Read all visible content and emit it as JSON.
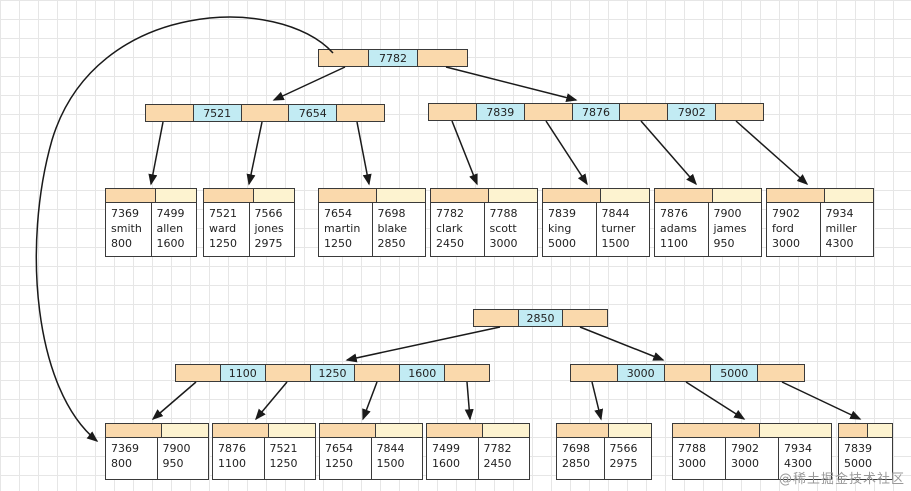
{
  "watermark": "@稀土掘金技术社区",
  "colors": {
    "pointer_fill": "#fad9ac",
    "key_fill": "#c2ebf3",
    "leaf_header_left": "#fad9ac",
    "leaf_header_right": "#fdf3d0",
    "cell_fill": "#ffffff",
    "border": "#3a3a3a",
    "arrow": "#1a1a1a",
    "grid_line": "#e6e6e6",
    "watermark_color": "#999999"
  },
  "top_tree": {
    "root": {
      "keys": [
        "7782"
      ]
    },
    "internals": [
      {
        "keys": [
          "7521",
          "7654"
        ]
      },
      {
        "keys": [
          "7839",
          "7876",
          "7902"
        ]
      }
    ],
    "leaves": [
      [
        [
          "7369",
          "smith",
          "800"
        ],
        [
          "7499",
          "allen",
          "1600"
        ]
      ],
      [
        [
          "7521",
          "ward",
          "1250"
        ],
        [
          "7566",
          "jones",
          "2975"
        ]
      ],
      [
        [
          "7654",
          "martin",
          "1250"
        ],
        [
          "7698",
          "blake",
          "2850"
        ]
      ],
      [
        [
          "7782",
          "clark",
          "2450"
        ],
        [
          "7788",
          "scott",
          "3000"
        ]
      ],
      [
        [
          "7839",
          "king",
          "5000"
        ],
        [
          "7844",
          "turner",
          "1500"
        ]
      ],
      [
        [
          "7876",
          "adams",
          "1100"
        ],
        [
          "7900",
          "james",
          "950"
        ]
      ],
      [
        [
          "7902",
          "ford",
          "3000"
        ],
        [
          "7934",
          "miller",
          "4300"
        ]
      ]
    ]
  },
  "bottom_tree": {
    "root": {
      "keys": [
        "2850"
      ]
    },
    "internals": [
      {
        "keys": [
          "1100",
          "1250",
          "1600"
        ]
      },
      {
        "keys": [
          "3000",
          "5000"
        ]
      }
    ],
    "leaves": [
      [
        [
          "7369",
          "800"
        ],
        [
          "7900",
          "950"
        ]
      ],
      [
        [
          "7876",
          "1100"
        ],
        [
          "7521",
          "1250"
        ]
      ],
      [
        [
          "7654",
          "1250"
        ],
        [
          "7844",
          "1500"
        ]
      ],
      [
        [
          "7499",
          "1600"
        ],
        [
          "7782",
          "2450"
        ]
      ],
      [
        [
          "7698",
          "2850"
        ],
        [
          "7566",
          "2975"
        ]
      ],
      [
        [
          "7788",
          "3000"
        ],
        [
          "7902",
          "3000"
        ],
        [
          "7934",
          "4300"
        ]
      ],
      [
        [
          "7839",
          "5000"
        ]
      ]
    ]
  }
}
